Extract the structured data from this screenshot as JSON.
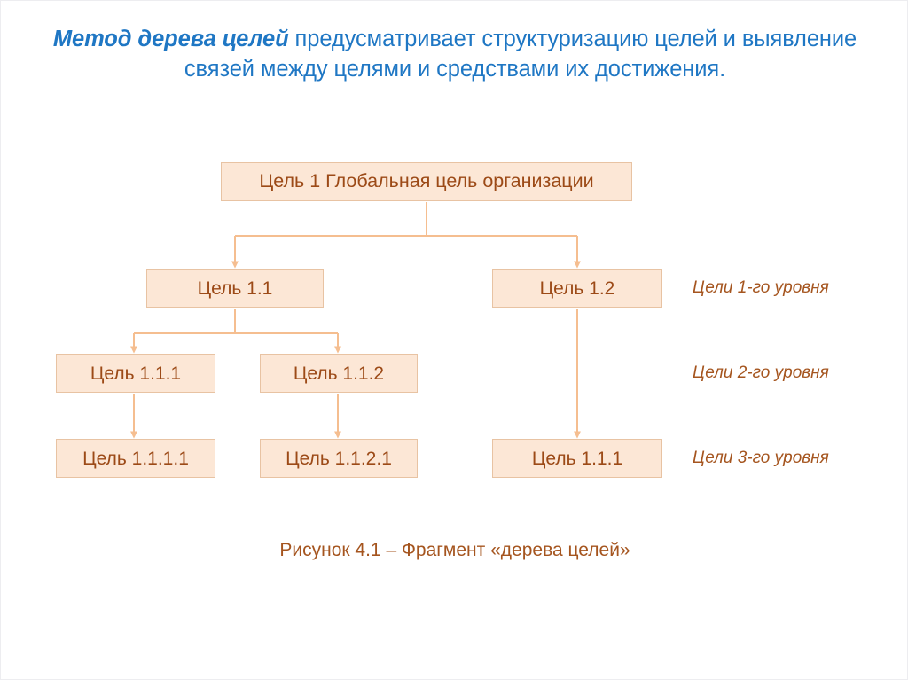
{
  "heading": {
    "lead": "Метод дерева целей",
    "rest": " предусматривает структуризацию целей и выявление связей между целями и средствами их достижения.",
    "color": "#1F77C4"
  },
  "diagram": {
    "colors": {
      "node_fill": "#FCE7D6",
      "node_border": "#E8C3A3",
      "node_text": "#9C4A17",
      "connector": "#F5BE90",
      "label_text": "#A5551F"
    },
    "nodes": [
      {
        "id": "root",
        "label": "Цель 1 Глобальная цель организации",
        "level": 0
      },
      {
        "id": "n11",
        "label": "Цель 1.1",
        "level": 1
      },
      {
        "id": "n12",
        "label": "Цель 1.2",
        "level": 1
      },
      {
        "id": "n111",
        "label": "Цель 1.1.1",
        "level": 2
      },
      {
        "id": "n112",
        "label": "Цель 1.1.2",
        "level": 2
      },
      {
        "id": "n1111",
        "label": "Цель 1.1.1.1",
        "level": 3
      },
      {
        "id": "n1121",
        "label": "Цель 1.1.2.1",
        "level": 3
      },
      {
        "id": "n121",
        "label": "Цель 1.1.1",
        "level": 3
      }
    ],
    "edges": [
      {
        "from": "root",
        "to": "n11"
      },
      {
        "from": "root",
        "to": "n12"
      },
      {
        "from": "n11",
        "to": "n111"
      },
      {
        "from": "n11",
        "to": "n112"
      },
      {
        "from": "n111",
        "to": "n1111"
      },
      {
        "from": "n112",
        "to": "n1121"
      },
      {
        "from": "n12",
        "to": "n121"
      }
    ],
    "level_labels": [
      {
        "id": "lvl1",
        "text": "Цели 1-го уровня"
      },
      {
        "id": "lvl2",
        "text": "Цели 2-го уровня"
      },
      {
        "id": "lvl3",
        "text": "Цели 3-го уровня"
      }
    ]
  },
  "caption": "Рисунок 4.1 – Фрагмент «дерева целей»"
}
